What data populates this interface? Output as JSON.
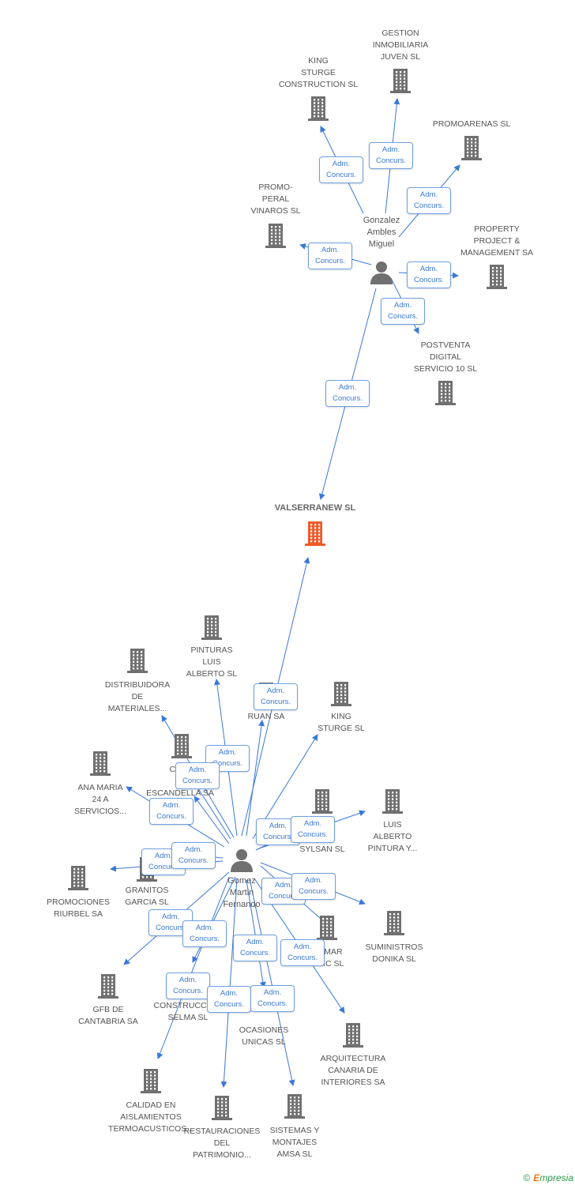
{
  "colors": {
    "edge": "#3a78d8",
    "building": "#707070",
    "focus_building": "#f05a28",
    "person": "#707070",
    "badge_border": "#6fa0e0"
  },
  "badge": {
    "line1": "Adm.",
    "line2": "Concurs."
  },
  "focus": {
    "name": "VALSERRANEW SL"
  },
  "people": [
    {
      "id": "p1",
      "name": "Gonzalez\nAmbles\nMiguel"
    },
    {
      "id": "p2",
      "name": "Gomez\nMartin\nFernando"
    }
  ],
  "companies": [
    {
      "id": "c_gestion",
      "name": "GESTION\nINMOBILIARIA\nJUVEN SL"
    },
    {
      "id": "c_king_sturge_constr",
      "name": "KING\nSTURGE\nCONSTRUCTION SL"
    },
    {
      "id": "c_promoarenas",
      "name": "PROMOARENAS SL"
    },
    {
      "id": "c_promoperal",
      "name": "PROMO-\nPERAL\nVINAROS SL"
    },
    {
      "id": "c_property",
      "name": "PROPERTY\nPROJECT &\nMANAGEMENT SA"
    },
    {
      "id": "c_postventa",
      "name": "POSTVENTA\nDIGITAL\nSERVICIO 10 SL"
    },
    {
      "id": "c_pinturas",
      "name": "PINTURAS\nLUIS\nALBERTO SL"
    },
    {
      "id": "c_distribuidora",
      "name": "DISTRIBUIDORA\nDE\nMATERIALES..."
    },
    {
      "id": "c_ruan",
      "name": "RUAN SA"
    },
    {
      "id": "c_king_sturge",
      "name": "KING\nSTURGE SL"
    },
    {
      "id": "c_cer",
      "name": "CER..."
    },
    {
      "id": "c_escandella",
      "name": "ESCANDELLA SA"
    },
    {
      "id": "c_ana_maria",
      "name": "ANA MARIA\n24 A\nSERVICIOS..."
    },
    {
      "id": "c_sylsan",
      "name": "...IAL\nSYLSAN SL"
    },
    {
      "id": "c_luis_alberto",
      "name": "LUIS\nALBERTO\nPINTURA Y..."
    },
    {
      "id": "c_promociones",
      "name": "PROMOCIONES\nRIURBEL SA"
    },
    {
      "id": "c_granitos",
      "name": "GRANITOS\nGARCIA SL"
    },
    {
      "id": "c_smar",
      "name": "...SMAR\n...RIC SL"
    },
    {
      "id": "c_suministros",
      "name": "SUMINISTROS\nDONIKA SL"
    },
    {
      "id": "c_gfb",
      "name": "GFB DE\nCANTABRIA SA"
    },
    {
      "id": "c_selma",
      "name": "CONSTRUCCIO...\nSELMA SL"
    },
    {
      "id": "c_ocasiones",
      "name": "OCASIONES\nUNICAS SL"
    },
    {
      "id": "c_arquitectura",
      "name": "ARQUITECTURA\nCANARIA DE\nINTERIORES SA"
    },
    {
      "id": "c_calidad",
      "name": "CALIDAD EN\nAISLAMIENTOS\nTERMOACUSTICOS..."
    },
    {
      "id": "c_restauraciones",
      "name": "RESTAURACIONES\nDEL\nPATRIMONIO..."
    },
    {
      "id": "c_sistemas",
      "name": "SISTEMAS Y\nMONTAJES\nAMSA SL"
    }
  ],
  "relations": [
    {
      "from": "p1",
      "to": "c_king_sturge_constr",
      "label": "Adm. Concurs."
    },
    {
      "from": "p1",
      "to": "c_gestion",
      "label": "Adm. Concurs."
    },
    {
      "from": "p1",
      "to": "c_promoarenas",
      "label": "Adm. Concurs."
    },
    {
      "from": "p1",
      "to": "c_promoperal",
      "label": "Adm. Concurs."
    },
    {
      "from": "p1",
      "to": "c_property",
      "label": "Adm. Concurs."
    },
    {
      "from": "p1",
      "to": "c_postventa",
      "label": "Adm. Concurs."
    },
    {
      "from": "p1",
      "to": "focus",
      "label": "Adm. Concurs."
    },
    {
      "from": "p2",
      "to": "focus",
      "label": "Adm. Concurs."
    },
    {
      "from": "p2",
      "to": "c_pinturas",
      "label": "Adm. Concurs."
    },
    {
      "from": "p2",
      "to": "c_distribuidora",
      "label": "Adm. Concurs."
    },
    {
      "from": "p2",
      "to": "c_ruan",
      "label": "Adm. Concurs."
    },
    {
      "from": "p2",
      "to": "c_king_sturge",
      "label": "Adm. Concurs."
    },
    {
      "from": "p2",
      "to": "c_cer",
      "label": "Adm. Concurs."
    },
    {
      "from": "p2",
      "to": "c_escandella",
      "label": "Adm. Concurs."
    },
    {
      "from": "p2",
      "to": "c_ana_maria",
      "label": "Adm. Concurs."
    },
    {
      "from": "p2",
      "to": "c_sylsan",
      "label": "Adm. Concurs."
    },
    {
      "from": "p2",
      "to": "c_luis_alberto",
      "label": "Adm. Concurs."
    },
    {
      "from": "p2",
      "to": "c_promociones",
      "label": "Adm. Concurs."
    },
    {
      "from": "p2",
      "to": "c_granitos",
      "label": "Adm. Concurs."
    },
    {
      "from": "p2",
      "to": "c_smar",
      "label": "Adm. Concurs."
    },
    {
      "from": "p2",
      "to": "c_suministros",
      "label": "Adm. Concurs."
    },
    {
      "from": "p2",
      "to": "c_gfb",
      "label": "Adm. Concurs."
    },
    {
      "from": "p2",
      "to": "c_selma",
      "label": "Adm. Concurs."
    },
    {
      "from": "p2",
      "to": "c_ocasiones",
      "label": "Adm. Concurs."
    },
    {
      "from": "p2",
      "to": "c_arquitectura",
      "label": "Adm. Concurs."
    },
    {
      "from": "p2",
      "to": "c_calidad",
      "label": "Adm. Concurs."
    },
    {
      "from": "p2",
      "to": "c_restauraciones",
      "label": "Adm. Concurs."
    },
    {
      "from": "p2",
      "to": "c_sistemas",
      "label": "Adm. Concurs."
    }
  ],
  "footer": {
    "copyright": "©",
    "brand_initial": "E",
    "brand_rest": "mpresia"
  }
}
